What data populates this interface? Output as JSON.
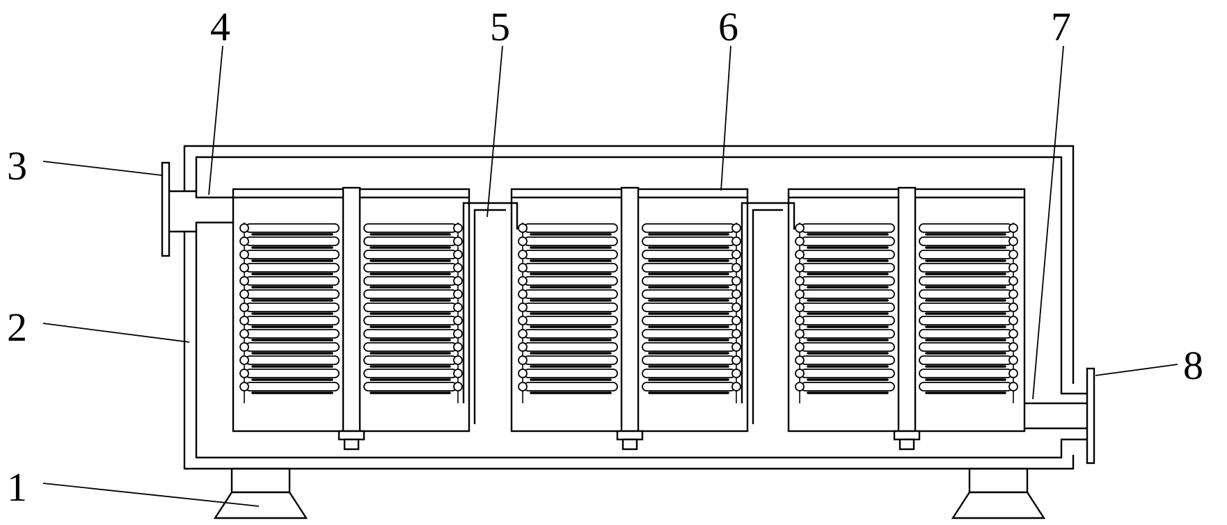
{
  "callouts": [
    {
      "id": "1",
      "text": "1"
    },
    {
      "id": "2",
      "text": "2"
    },
    {
      "id": "3",
      "text": "3"
    },
    {
      "id": "4",
      "text": "4"
    },
    {
      "id": "5",
      "text": "5"
    },
    {
      "id": "6",
      "text": "6"
    },
    {
      "id": "7",
      "text": "7"
    },
    {
      "id": "8",
      "text": "8"
    }
  ],
  "colors": {
    "stroke": "#000000",
    "background": "#ffffff"
  }
}
